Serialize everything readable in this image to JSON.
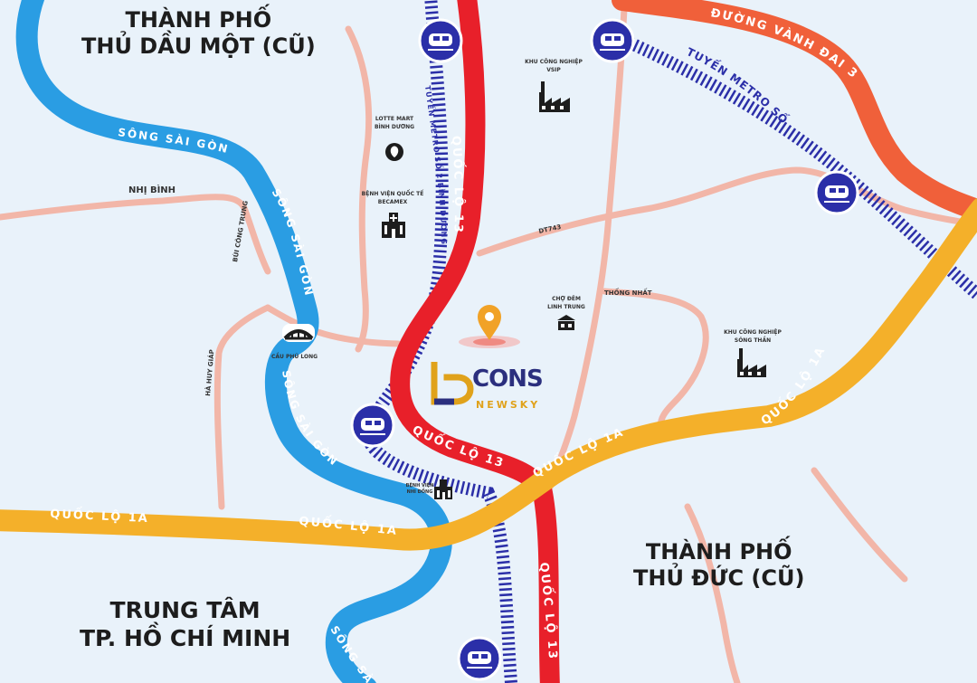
{
  "areas": {
    "thu_dau_mot": [
      "THÀNH PHỐ",
      "THỦ DẦU MỘT (CŨ)"
    ],
    "thu_duc": [
      "THÀNH PHỐ",
      "THỦ ĐỨC (CŨ)"
    ],
    "hcm_center": [
      "TRUNG TÂM",
      "TP. HỒ CHÍ MINH"
    ]
  },
  "roads": {
    "ql13": "QUỐC LỘ 13",
    "ql1a": "QUỐC LỘ 1A",
    "vanh_dai_3": "ĐƯỜNG VÀNH ĐAI 3",
    "song_sai_gon": "SÔNG SÀI GÒN",
    "metro_1": "TUYẾN METRO SỐ 1",
    "metro_2": "TUYẾN METRO SỐ 2 BÌNH DƯƠNG",
    "nhi_binh": "NHỊ BÌNH",
    "thong_nhat": "THỐNG NHẤT",
    "dt743": "DT743",
    "ha_huy_giap": "HÀ HUY GIÁP",
    "bui_cong_trung": "BÙI CÔNG TRUNG",
    "bridge_name": "CẦU PHÚ LONG",
    "song_sai_gon_short": "SÔNG SÀ"
  },
  "pois": {
    "vsip": [
      "KHU CÔNG NGHIỆP",
      "VSIP"
    ],
    "lotte": [
      "LOTTE MART",
      "BÌNH DƯƠNG"
    ],
    "hospital": [
      "BỆNH VIỆN QUỐC TẾ",
      "BECAMEX"
    ],
    "market": [
      "CHỢ ĐÊM",
      "LINH TRUNG"
    ],
    "song_than": [
      "KHU CÔNG NGHIỆP",
      "SÓNG THẦN"
    ],
    "hospital2": [
      "BỆNH VIỆN",
      "NHI ĐỒNG"
    ]
  },
  "logo": {
    "cons": "CONS",
    "newsky": "NEWSKY"
  },
  "colors": {
    "background": "#e9f2fa",
    "ql13": "#e8202a",
    "ql1a": "#f4b02a",
    "vanh_dai_3": "#f0603a",
    "river": "#2a9de3",
    "local_road": "#f2b6a8",
    "metro": "#2b2fa8",
    "station": "#2b2fa8"
  },
  "icons": {
    "station": "train-station-icon",
    "factory": "factory-icon",
    "lotte": "lotte-mart-icon",
    "hospital": "hospital-icon",
    "market": "market-icon",
    "location": "location-pin-icon",
    "bridge": "bridge-icon"
  }
}
